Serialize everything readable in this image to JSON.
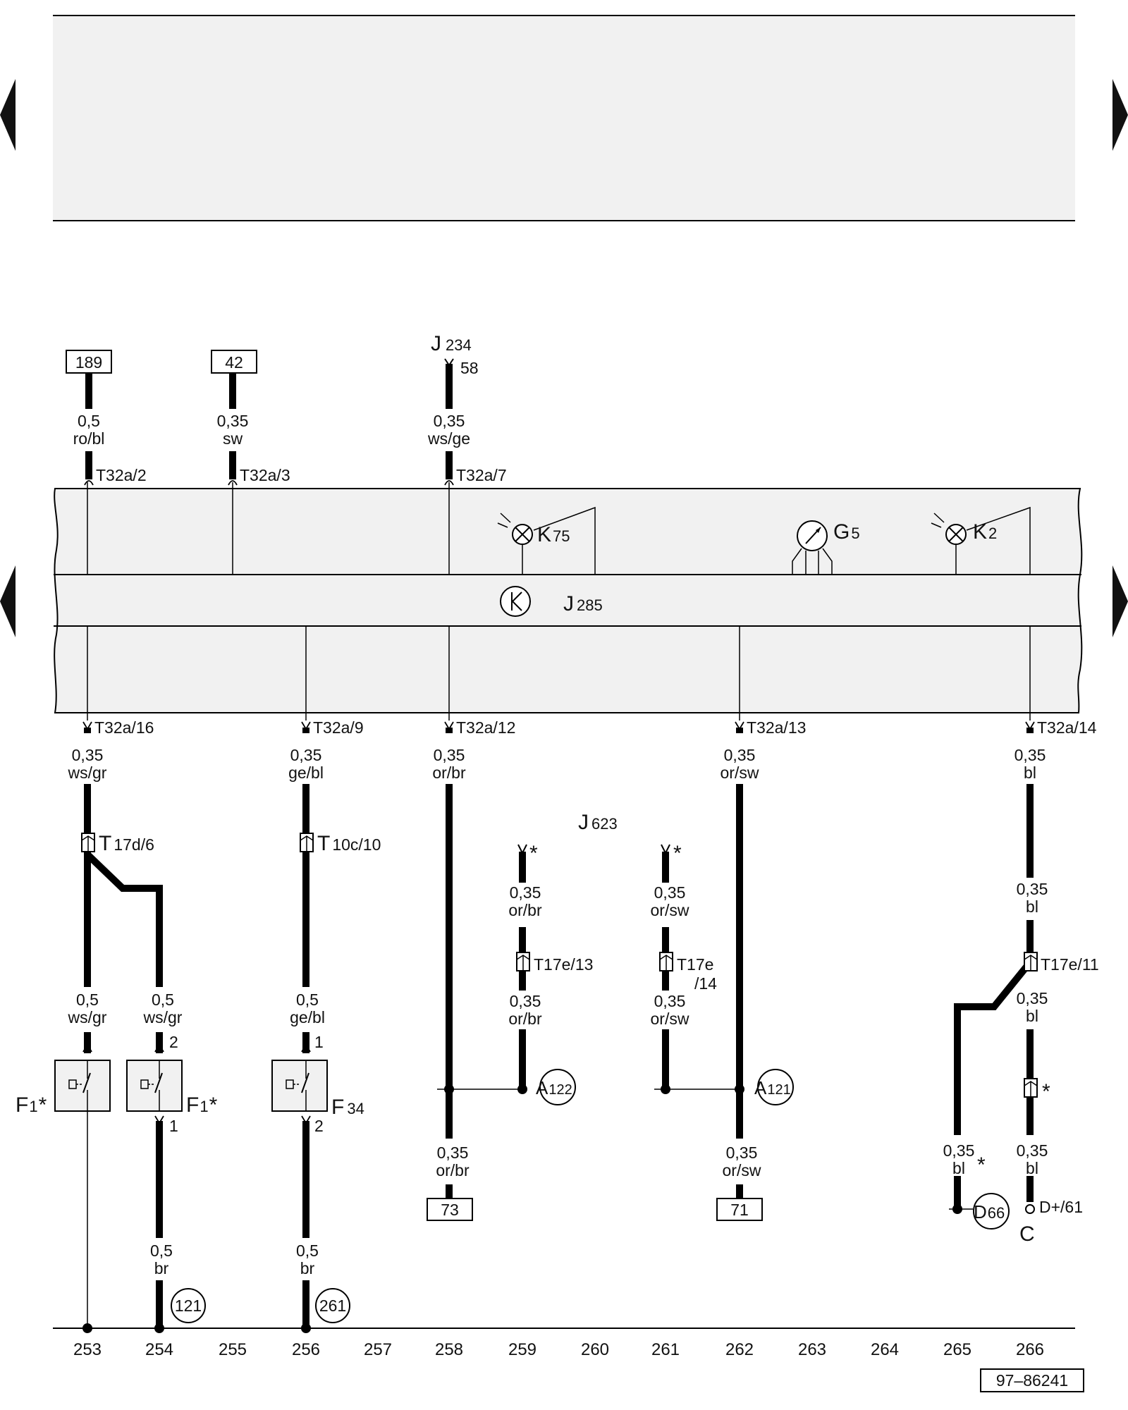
{
  "ref_boxes": [
    "189",
    "42",
    "73",
    "71"
  ],
  "top_wires": [
    {
      "size": "0,5",
      "color": "ro/bl",
      "connector": "T32a/2"
    },
    {
      "size": "0,35",
      "color": "sw",
      "connector": "T32a/3"
    },
    {
      "size": "0,35",
      "color": "ws/ge",
      "connector": "T32a/7"
    }
  ],
  "j234": {
    "letter": "J",
    "sub": "234",
    "pin": "58"
  },
  "components": {
    "k75": {
      "letter": "K",
      "sub": "75",
      "icon": "warning-lamp-icon"
    },
    "g5": {
      "letter": "G",
      "sub": "5",
      "icon": "gauge-icon"
    },
    "k2": {
      "letter": "K",
      "sub": "2",
      "icon": "warning-lamp-icon"
    },
    "j285": {
      "letter": "J",
      "sub": "285",
      "icon": "control-unit-icon"
    },
    "j623": {
      "letter": "J",
      "sub": "623"
    },
    "f1a": {
      "label": "F",
      "sub": "1",
      "star": "*"
    },
    "f1b": {
      "label": "F",
      "sub": "1",
      "star": "*"
    },
    "f34": {
      "label": "F",
      "sub": "34"
    },
    "d66": {
      "letter": "D",
      "sub": "66"
    }
  },
  "bottom_connectors": [
    "T32a/16",
    "T32a/9",
    "T32a/12",
    "T32a/13",
    "T32a/14"
  ],
  "wire_labels": {
    "c253_top": {
      "size": "0,35",
      "color": "ws/gr"
    },
    "c256_top": {
      "size": "0,35",
      "color": "ge/bl"
    },
    "c258_top": {
      "size": "0,35",
      "color": "or/br"
    },
    "c262_top": {
      "size": "0,35",
      "color": "or/sw"
    },
    "c266_top": {
      "size": "0,35",
      "color": "bl"
    },
    "c253_mid": {
      "size": "0,5",
      "color": "ws/gr"
    },
    "c254_mid": {
      "size": "0,5",
      "color": "ws/gr"
    },
    "c256_mid": {
      "size": "0,5",
      "color": "ge/bl"
    },
    "c259_a": {
      "size": "0,35",
      "color": "or/br"
    },
    "c259_b": {
      "size": "0,35",
      "color": "or/br"
    },
    "c261_a": {
      "size": "0,35",
      "color": "or/sw"
    },
    "c261_b": {
      "size": "0,35",
      "color": "or/sw"
    },
    "c266_a": {
      "size": "0,35",
      "color": "bl"
    },
    "c266_b": {
      "size": "0,35",
      "color": "bl"
    },
    "c266_c": {
      "size": "0,35",
      "color": "bl"
    },
    "c265_c": {
      "size": "0,35",
      "color": "bl"
    },
    "c258_low": {
      "size": "0,35",
      "color": "or/br"
    },
    "c262_low": {
      "size": "0,35",
      "color": "or/sw"
    },
    "c254_low": {
      "size": "0,5",
      "color": "br"
    },
    "c256_low": {
      "size": "0,5",
      "color": "br"
    }
  },
  "connectors": {
    "t17d6": {
      "main": "T",
      "rest": "17d/6"
    },
    "t10c10": {
      "main": "T",
      "rest": "10c/10"
    },
    "t17e13": {
      "text": "T17e/13"
    },
    "t17e14": {
      "line1": "T17e",
      "line2": "/14"
    },
    "t17e11": {
      "text": "T17e/11"
    }
  },
  "pins": {
    "f1b_top": "2",
    "f1b_bot": "1",
    "f34_top": "1",
    "f34_bot": "2"
  },
  "stars": {
    "j623_a": "*",
    "j623_b": "*",
    "c266_conn": "*",
    "c265_wire": "*"
  },
  "junctions": {
    "a122": {
      "letter": "A",
      "sub": "122"
    },
    "a121": {
      "letter": "A",
      "sub": "121"
    }
  },
  "grounds": [
    "121",
    "261"
  ],
  "dplus": {
    "pin": "D+/61",
    "letter": "C"
  },
  "grid_numbers": [
    "253",
    "254",
    "255",
    "256",
    "257",
    "258",
    "259",
    "260",
    "261",
    "262",
    "263",
    "264",
    "265",
    "266"
  ],
  "doc_id": "97–86241"
}
